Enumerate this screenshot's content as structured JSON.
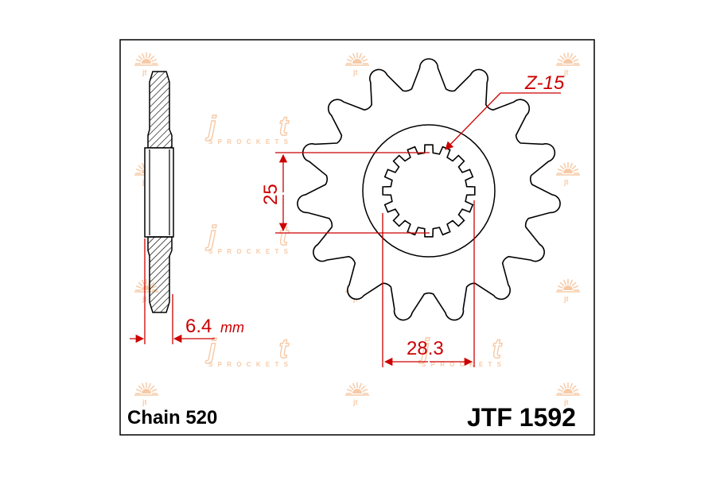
{
  "labels": {
    "teeth": "Z-15",
    "spline_diameter": "25",
    "inner_diameter": "28.3",
    "thickness_value": "6.4",
    "thickness_unit": "mm",
    "chain": "Chain 520",
    "part_number": "JTF 1592"
  },
  "watermark": {
    "brand": "jt",
    "text": "SPROCKETS"
  },
  "colors": {
    "outline": "#000000",
    "dimension": "#cc0000",
    "watermark": "#f4b98a",
    "frame": "#000000",
    "background": "#ffffff"
  }
}
